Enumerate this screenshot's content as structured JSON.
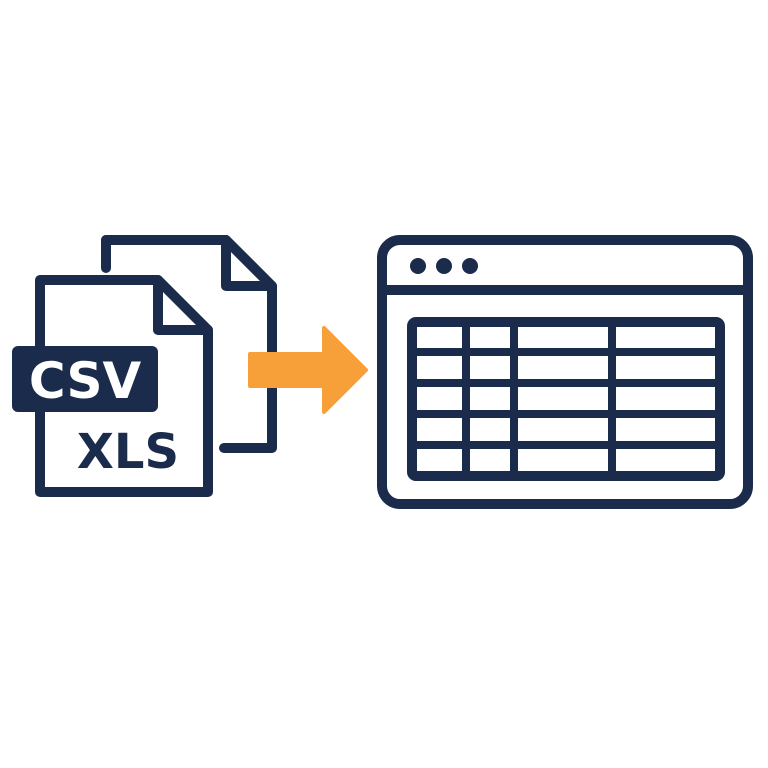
{
  "labels": {
    "csv": "CSV",
    "xls": "XLS"
  },
  "colors": {
    "navy": "#1b2b4b",
    "accent": "#f7a03a",
    "background": "#ffffff"
  },
  "icons": {
    "files": "file-stack-icon",
    "arrow": "arrow-right-icon",
    "window": "browser-window-icon",
    "table": "table-grid-icon"
  },
  "table": {
    "columns": 4,
    "rows": 5
  }
}
